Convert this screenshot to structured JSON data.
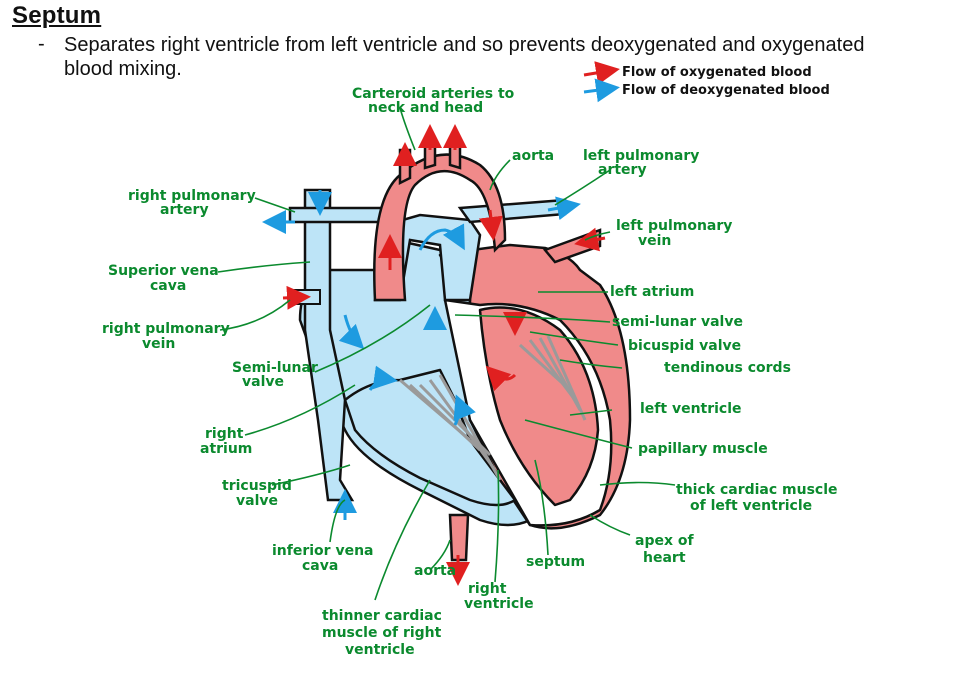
{
  "heading": "Septum",
  "bullet": "-",
  "description": "Separates right ventricle from left ventricle and so prevents deoxygenated and oxygenated blood mixing.",
  "key": {
    "oxygenated": "Flow of oxygenated blood",
    "deoxygenated": "Flow of deoxygenated blood"
  },
  "labels": {
    "carotid_1": "Carteroid arteries to",
    "carotid_2": "neck and head",
    "aorta_top": "aorta",
    "left_pulm_artery_1": "left pulmonary",
    "left_pulm_artery_2": "artery",
    "right_pulm_artery_1": "right pulmonary",
    "right_pulm_artery_2": "artery",
    "left_pulm_vein_1": "left pulmonary",
    "left_pulm_vein_2": "vein",
    "sup_vena_cava_1": "Superior vena",
    "sup_vena_cava_2": "cava",
    "left_atrium": "left atrium",
    "right_pulm_vein_1": "right pulmonary",
    "right_pulm_vein_2": "vein",
    "semilunar_right_1": "Semi-lunar",
    "semilunar_right_2": "valve",
    "semilunar_left": "semi-lunar valve",
    "bicuspid": "bicuspid valve",
    "tendinous": "tendinous cords",
    "left_ventricle": "left ventricle",
    "right_atrium_1": "right",
    "right_atrium_2": "atrium",
    "papillary": "papillary muscle",
    "tricuspid_1": "tricuspid",
    "tricuspid_2": "valve",
    "thick_1": "thick cardiac muscle",
    "thick_2": "of left ventricle",
    "apex_1": "apex of",
    "apex_2": "heart",
    "inf_vena_cava_1": "inferior vena",
    "inf_vena_cava_2": "cava",
    "aorta_bottom": "aorta",
    "septum": "septum",
    "right_ventricle_1": "right",
    "right_ventricle_2": "ventricle",
    "thinner_1": "thinner cardiac",
    "thinner_2": "muscle of right",
    "thinner_3": "ventricle"
  },
  "colors": {
    "oxygenated": "#f08a8a",
    "deoxygenated": "#bde4f7",
    "oxygen_arrow": "#e02020",
    "deoxy_arrow": "#1e9be0",
    "label_green": "#0b8a2e"
  }
}
